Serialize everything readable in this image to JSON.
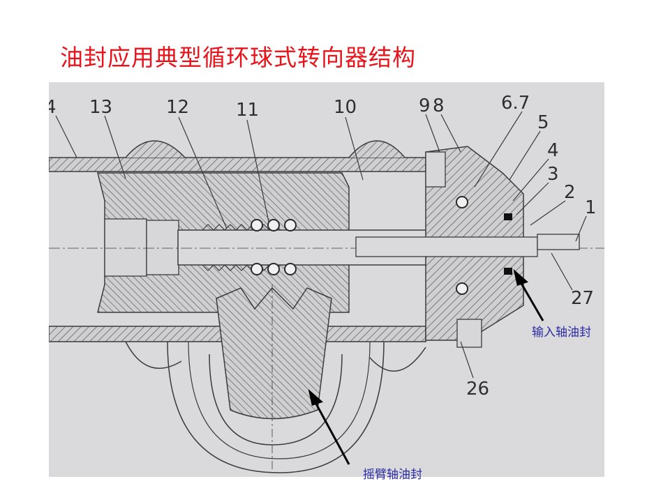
{
  "slide": {
    "title": "油封应用典型循环球式转向器结构"
  },
  "figure": {
    "part_numbers": [
      "4",
      "13",
      "12",
      "11",
      "10",
      "9",
      "8",
      "6.7",
      "5",
      "4",
      "3",
      "2",
      "1",
      "27",
      "26"
    ]
  },
  "callouts": {
    "input_shaft_seal": "输入轴油封",
    "rocker_shaft_seal": "摇臂轴油封"
  },
  "colors": {
    "title": "#e8141c",
    "callout": "#2a2aa6",
    "paper": "#d7d7d9",
    "ink": "#3a3a3e"
  }
}
